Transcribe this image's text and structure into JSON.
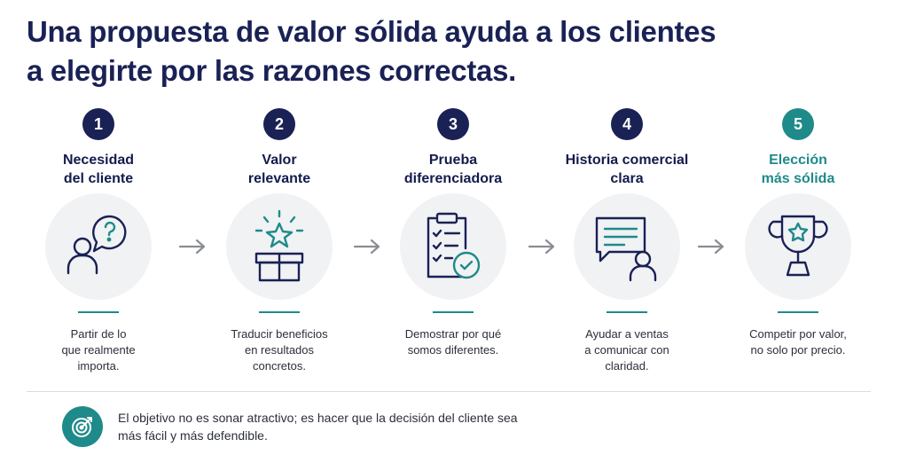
{
  "title": {
    "line1": "Una propuesta de valor sólida ayuda a los clientes",
    "line2": "a elegirte por las razones correctas."
  },
  "steps": [
    {
      "number": "1",
      "title_lines": [
        "Necesidad",
        "del cliente"
      ],
      "icon": "person-question-icon",
      "desc_lines": [
        "Partir de lo",
        "que realmente",
        "importa."
      ]
    },
    {
      "number": "2",
      "title_lines": [
        "Valor",
        "relevante"
      ],
      "icon": "gift-star-icon",
      "desc_lines": [
        "Traducir beneficios",
        "en resultados",
        "concretos."
      ]
    },
    {
      "number": "3",
      "title_lines": [
        "Prueba",
        "diferenciadora"
      ],
      "icon": "clipboard-check-icon",
      "desc_lines": [
        "Demostrar por qué",
        "somos diferentes."
      ]
    },
    {
      "number": "4",
      "title_lines": [
        "Historia comercial",
        "clara"
      ],
      "icon": "person-message-icon",
      "desc_lines": [
        "Ayudar a ventas",
        "a comunicar con",
        "claridad."
      ]
    },
    {
      "number": "5",
      "title_lines": [
        "Elección",
        "más sólida"
      ],
      "icon": "trophy-star-icon",
      "desc_lines": [
        "Competir por valor,",
        "no solo por precio."
      ]
    }
  ],
  "footer": {
    "icon": "target-icon",
    "line1": "El objetivo no es sonar atractivo; es hacer que la decisión del cliente sea",
    "line2": "más fácil y más defendible."
  },
  "colors": {
    "navy": "#1a2155",
    "teal": "#1f8a8a",
    "circle_bg": "#f1f2f4",
    "arrow": "#8a8d93"
  }
}
